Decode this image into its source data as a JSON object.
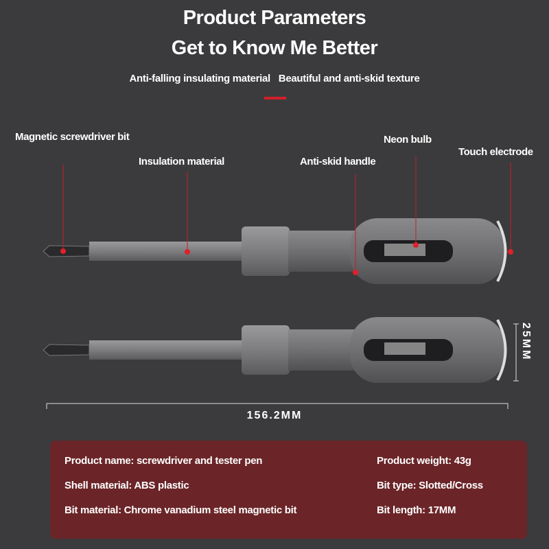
{
  "header": {
    "title": "Product Parameters",
    "subtitle": "Get to Know Me Better",
    "features": [
      "Anti-falling insulating material",
      "Beautiful and anti-skid texture"
    ]
  },
  "callouts": {
    "bit": "Magnetic screwdriver bit",
    "insulation": "Insulation material",
    "handle": "Anti-skid handle",
    "bulb": "Neon bulb",
    "electrode": "Touch electrode"
  },
  "dimensions": {
    "length": "156.2MM",
    "diameter": "25MM"
  },
  "specs": {
    "left": [
      "Product name: screwdriver and tester pen",
      "Shell material: ABS plastic",
      "Bit material: Chrome vanadium steel magnetic bit"
    ],
    "right": [
      "Product weight: 43g",
      "Bit type: Slotted/Cross",
      "Bit length: 17MM"
    ]
  },
  "colors": {
    "background": "#3b3b3d",
    "panel": "#6b2528",
    "accent": "#d0202a"
  }
}
